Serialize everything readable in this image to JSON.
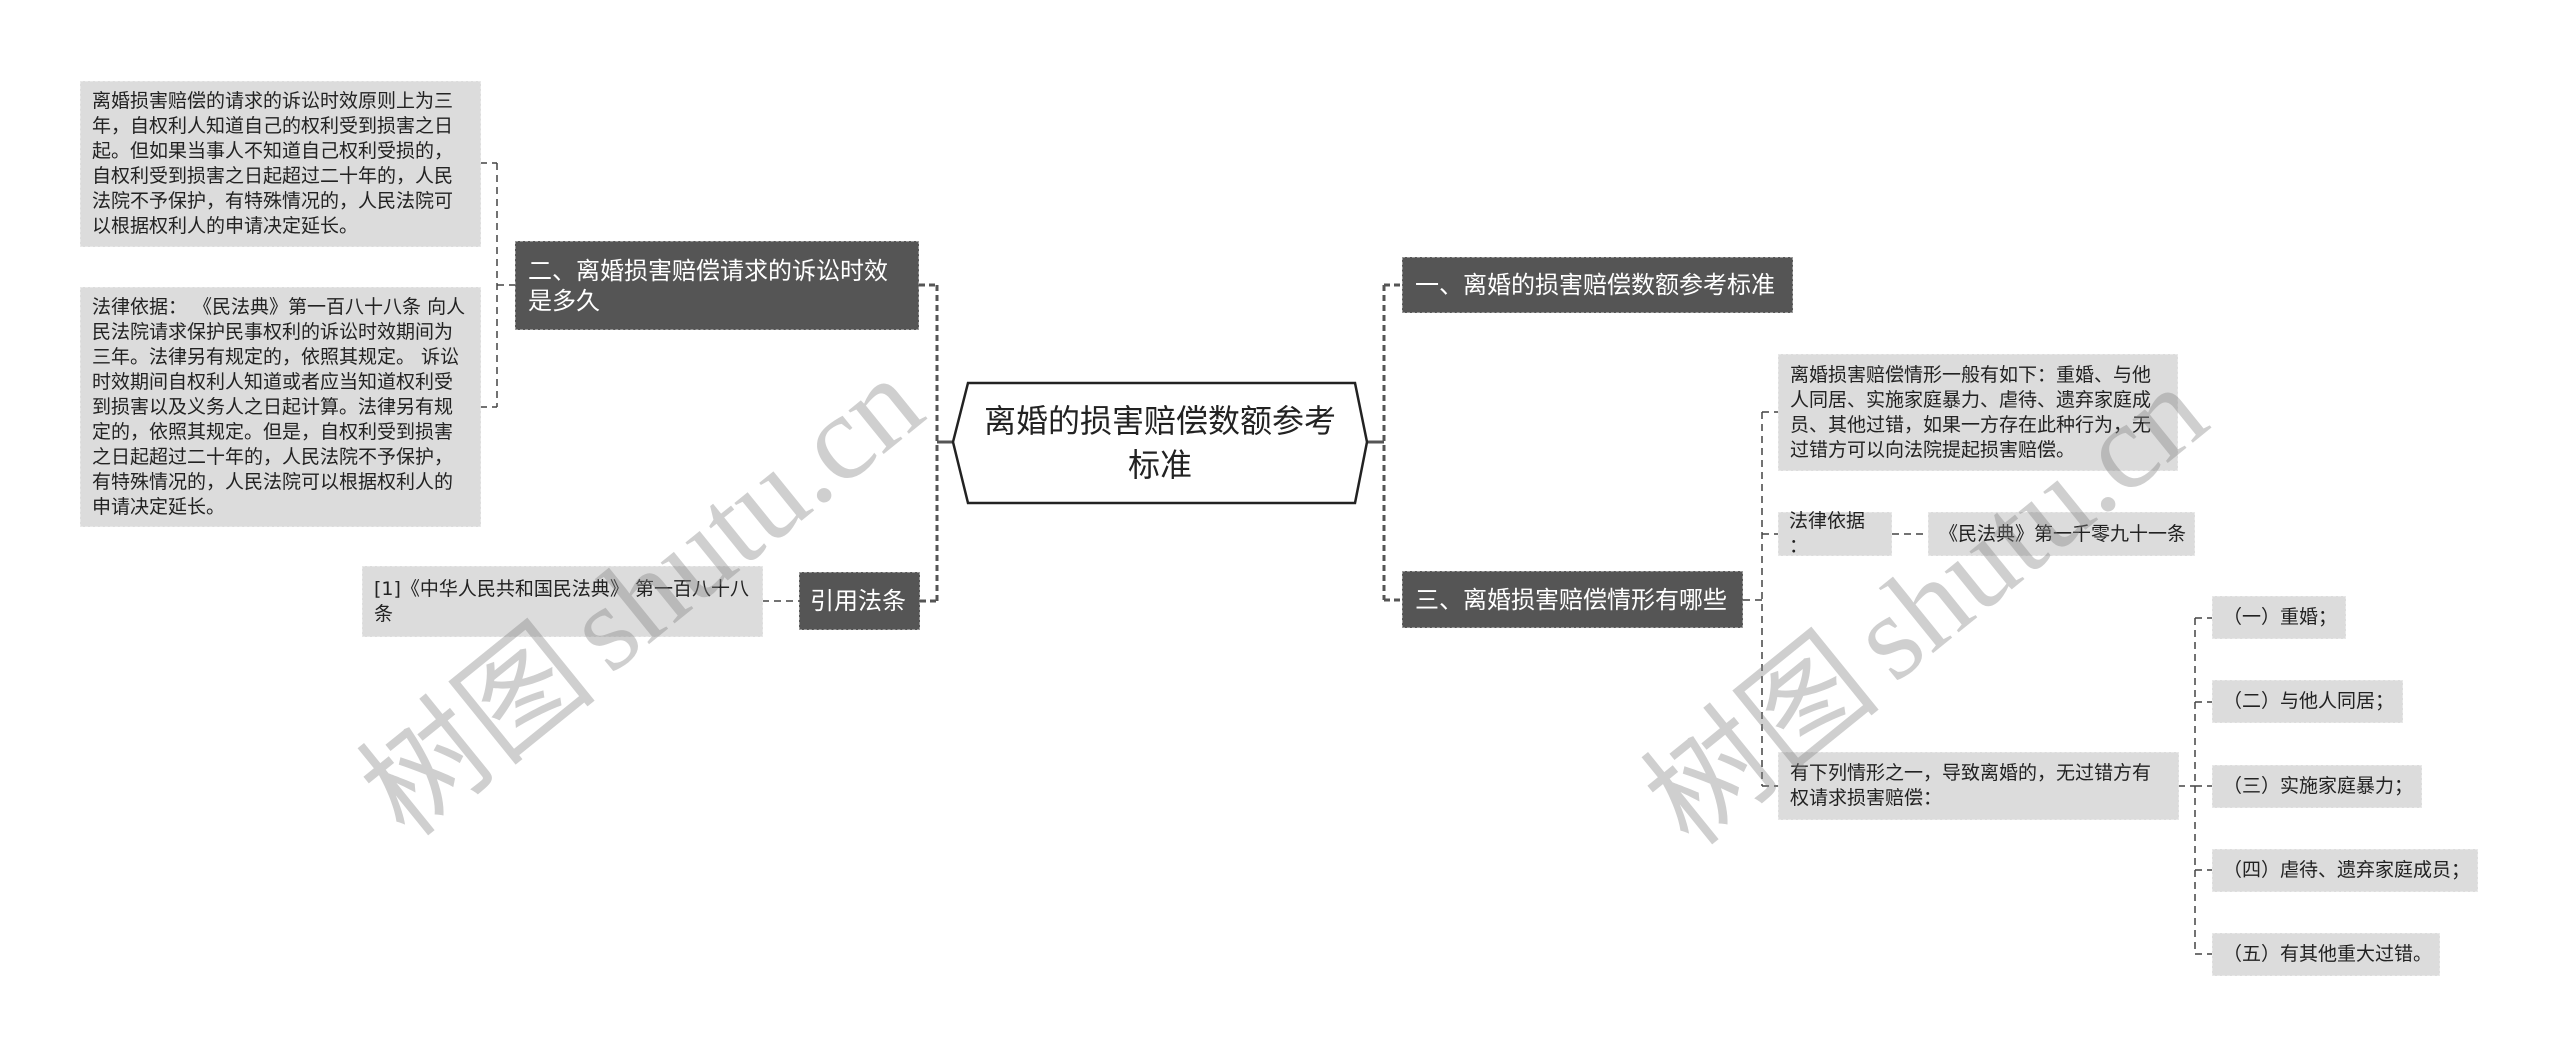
{
  "mindmap": {
    "root": {
      "label": "离婚的损害赔偿数额参考标准"
    },
    "left": {
      "limitation": {
        "label": "二、离婚损害赔偿请求的诉讼时效是多久",
        "children": [
          "离婚损害赔偿的请求的诉讼时效原则上为三年，自权利人知道自己的权利受到损害之日起。但如果当事人不知道自己权利受损的，自权利受到损害之日起超过二十年的，人民法院不予保护，有特殊情况的，人民法院可以根据权利人的申请决定延长。",
          "法律依据： 《民法典》第一百八十八条 向人民法院请求保护民事权利的诉讼时效期间为三年。法律另有规定的，依照其规定。 诉讼时效期间自权利人知道或者应当知道权利受到损害以及义务人之日起计算。法律另有规定的，依照其规定。但是，自权利受到损害之日起超过二十年的，人民法院不予保护，有特殊情况的，人民法院可以根据权利人的申请决定延长。"
        ]
      },
      "citations": {
        "label": "引用法条",
        "children": [
          "[1]《中华人民共和国民法典》 第一百八十八条"
        ]
      }
    },
    "right": {
      "standard": {
        "label": "一、离婚的损害赔偿数额参考标准"
      },
      "situations": {
        "label": "三、离婚损害赔偿情形有哪些",
        "summary": "离婚损害赔偿情形一般有如下：重婚、与他人同居、实施家庭暴力、虐待、遗弃家庭成员、其他过错，如果一方存在此种行为，无过错方可以向法院提起损害赔偿。",
        "legal_basis": {
          "label": "法律依据：",
          "value": "《民法典》第一千零九十一条"
        },
        "conditions": {
          "label": "有下列情形之一，导致离婚的，无过错方有权请求损害赔偿：",
          "items": [
            "（一）重婚；",
            "（二）与他人同居；",
            "（三）实施家庭暴力；",
            "（四）虐待、遗弃家庭成员；",
            "（五）有其他重大过错。"
          ]
        }
      }
    }
  },
  "watermarks": [
    {
      "cn": "树图",
      "latin": "shutu.cn"
    },
    {
      "cn": "树图",
      "latin": "shutu.cn"
    }
  ],
  "colors": {
    "background": "#ffffff",
    "topic_fill": "#555555",
    "topic_text": "#ffffff",
    "note_fill": "#dcdcdc",
    "note_text": "#222222",
    "root_border": "#222222",
    "connector": "#555555"
  }
}
